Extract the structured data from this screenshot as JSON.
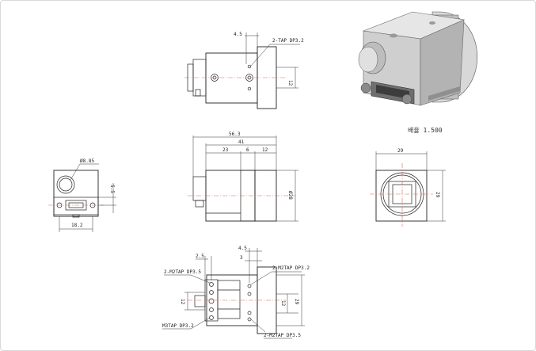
{
  "top_view": {
    "tap_label": "2-TAP DP3.2",
    "dim_offset": "4.5",
    "dim_height": "12"
  },
  "iso_view": {
    "scale_label": "배율 1.500"
  },
  "side_view": {
    "dim_total": "56.3",
    "dim_body": "41",
    "dim_seg1": "23",
    "dim_seg2": "6",
    "dim_seg3": "12",
    "dim_dia": "Ø28"
  },
  "left_view": {
    "dia_label": "Ø8.85",
    "dim_height": "5.5",
    "dim_width": "18.2"
  },
  "front_view": {
    "dim_width": "29",
    "dim_height": "29"
  },
  "bottom_view": {
    "dim_a": "2.5",
    "dim_b": "4.5",
    "dim_c": "3",
    "tap_left_top": "2-M2TAP DP3.5",
    "tap_right_top": "2-M2TAP DP3.2",
    "tap_left_bottom": "M3TAP DP3.2",
    "tap_right_bottom": "2-M2TAP DP3.5",
    "dim_left": "12",
    "dim_right_a": "12",
    "dim_right_b": "29"
  }
}
